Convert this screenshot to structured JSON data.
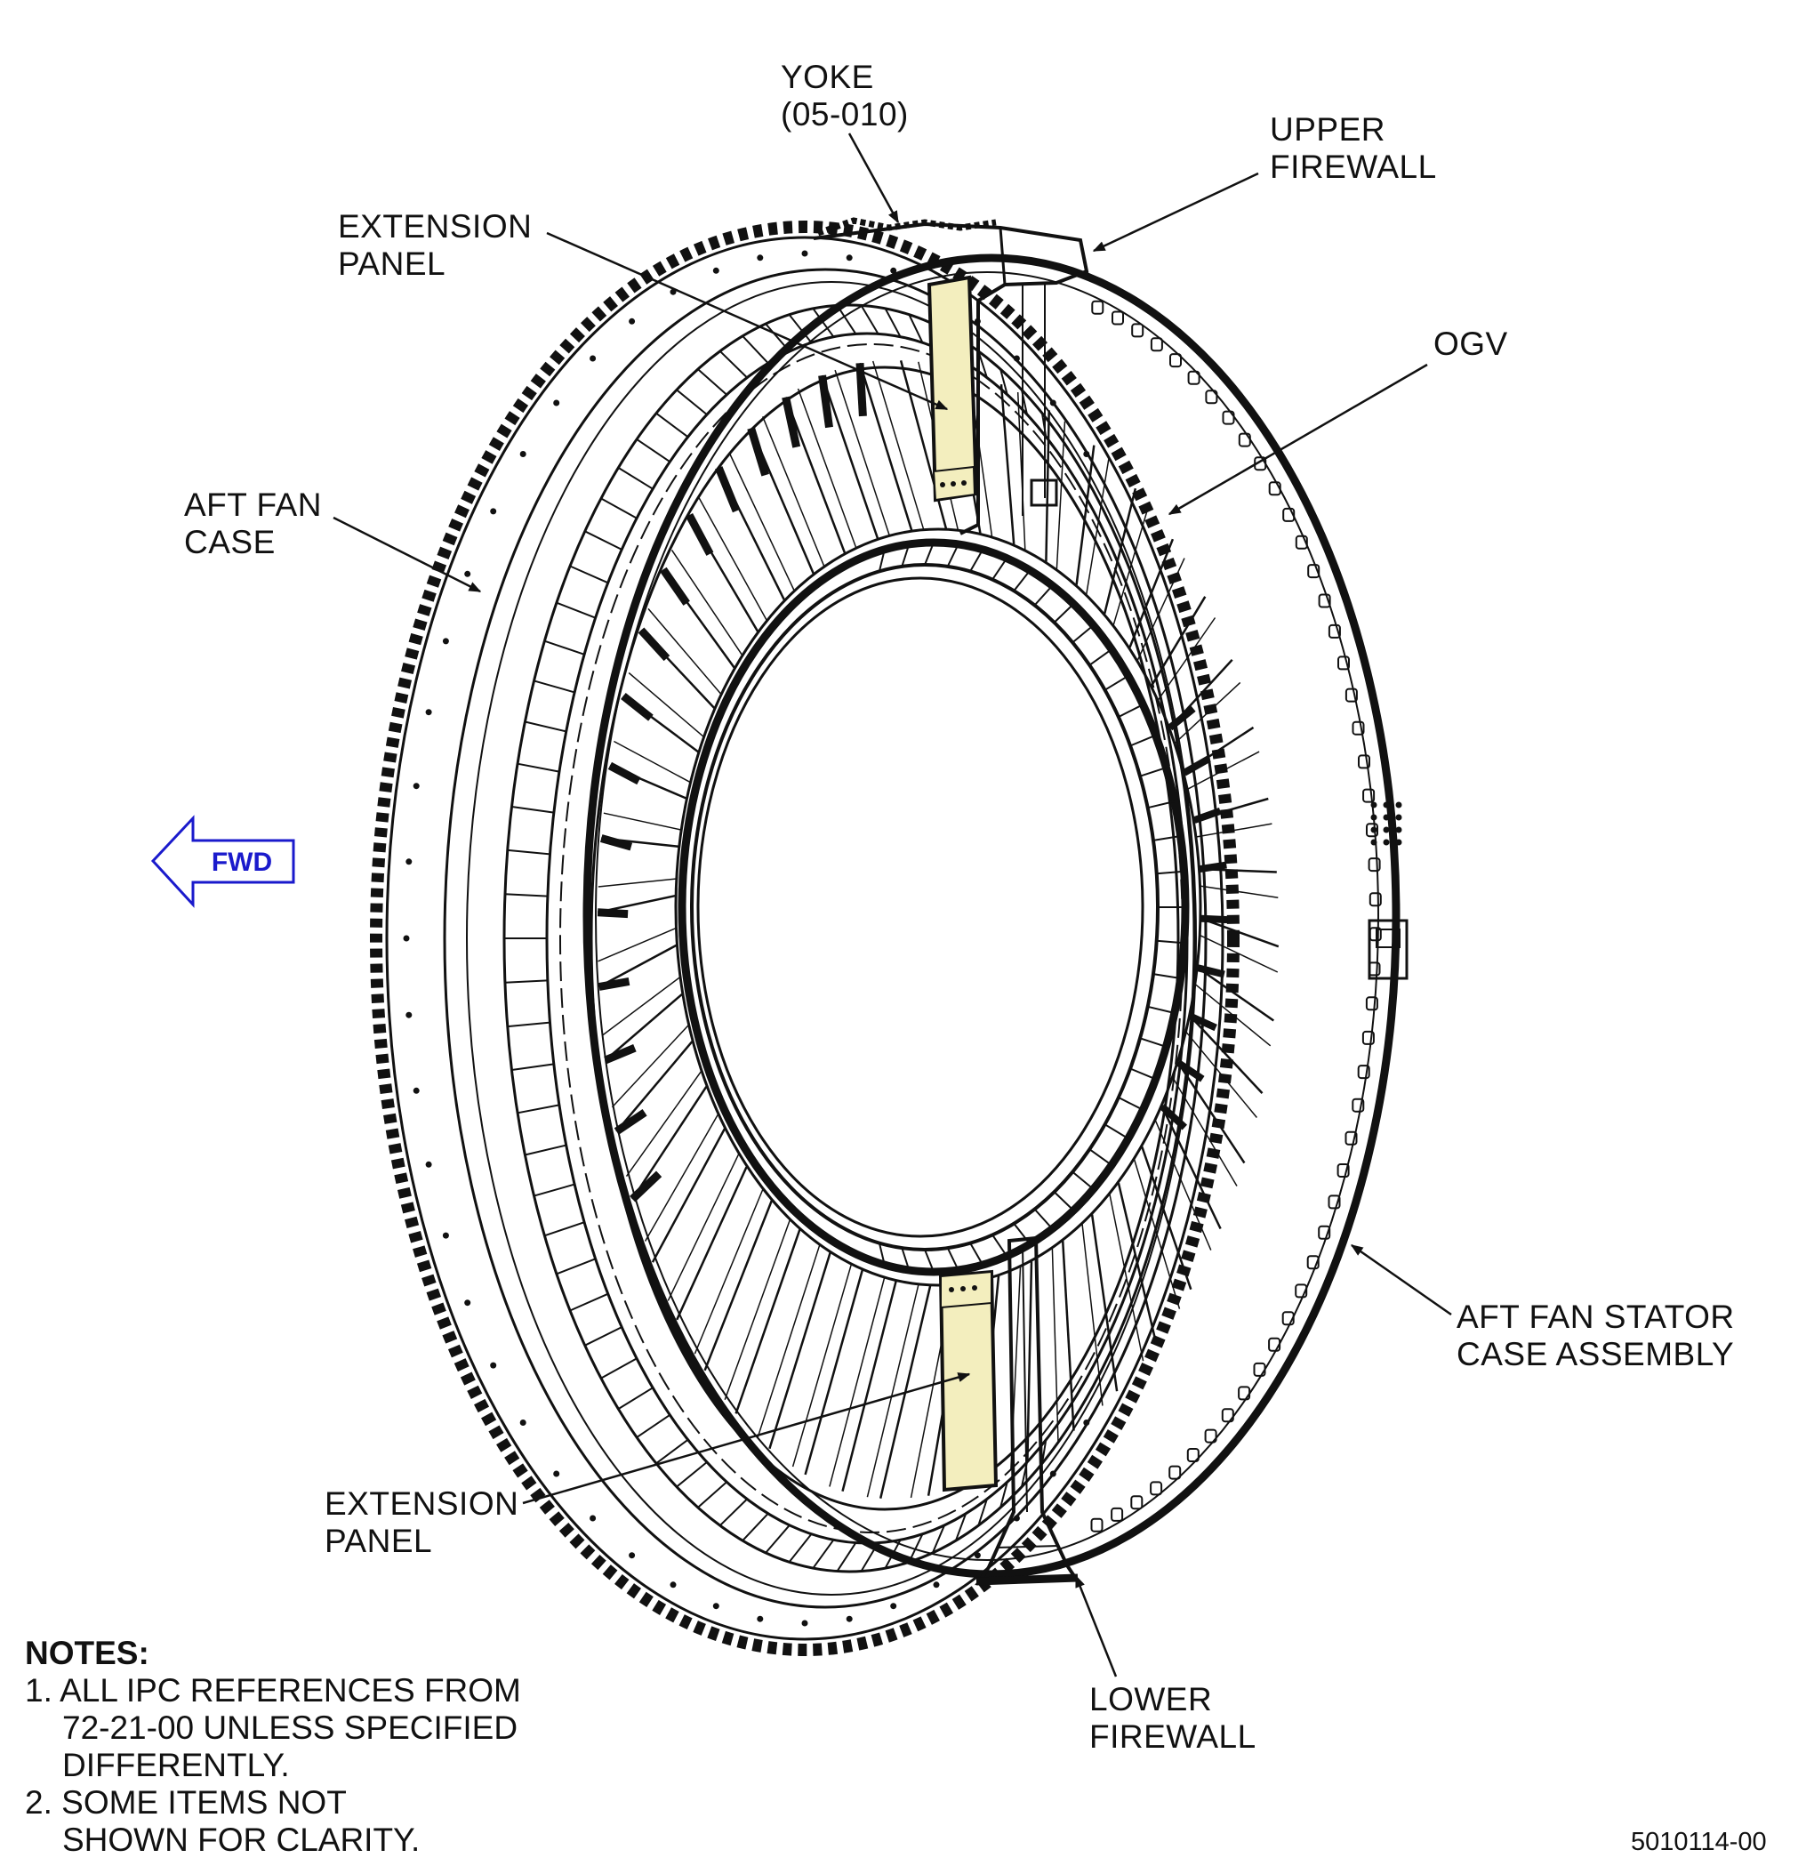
{
  "labels": {
    "yoke": {
      "line1": "YOKE",
      "line2": "(05-010)"
    },
    "upper_firewall": {
      "line1": "UPPER",
      "line2": "FIREWALL"
    },
    "extension_panel_top": {
      "line1": "EXTENSION",
      "line2": "PANEL"
    },
    "ogv": {
      "line1": "OGV"
    },
    "aft_fan_case": {
      "line1": "AFT FAN",
      "line2": "CASE"
    },
    "fwd": "FWD",
    "aft_fan_stator": {
      "line1": "AFT FAN STATOR",
      "line2": "CASE ASSEMBLY"
    },
    "extension_panel_bottom": {
      "line1": "EXTENSION",
      "line2": "PANEL"
    },
    "lower_firewall": {
      "line1": "LOWER",
      "line2": "FIREWALL"
    }
  },
  "notes": {
    "title": "NOTES:",
    "items": [
      {
        "line1": "1. ALL IPC REFERENCES FROM",
        "line2": "72-21-00 UNLESS SPECIFIED",
        "line3": "DIFFERENTLY."
      },
      {
        "line1": "2. SOME ITEMS NOT",
        "line2": "SHOWN FOR CLARITY."
      }
    ]
  },
  "document_number": "5010114-00",
  "colors": {
    "linework": "#111111",
    "panel_fill": "#f3eebe",
    "fwd_arrow": "#1a1acc"
  },
  "vane_count": 48
}
